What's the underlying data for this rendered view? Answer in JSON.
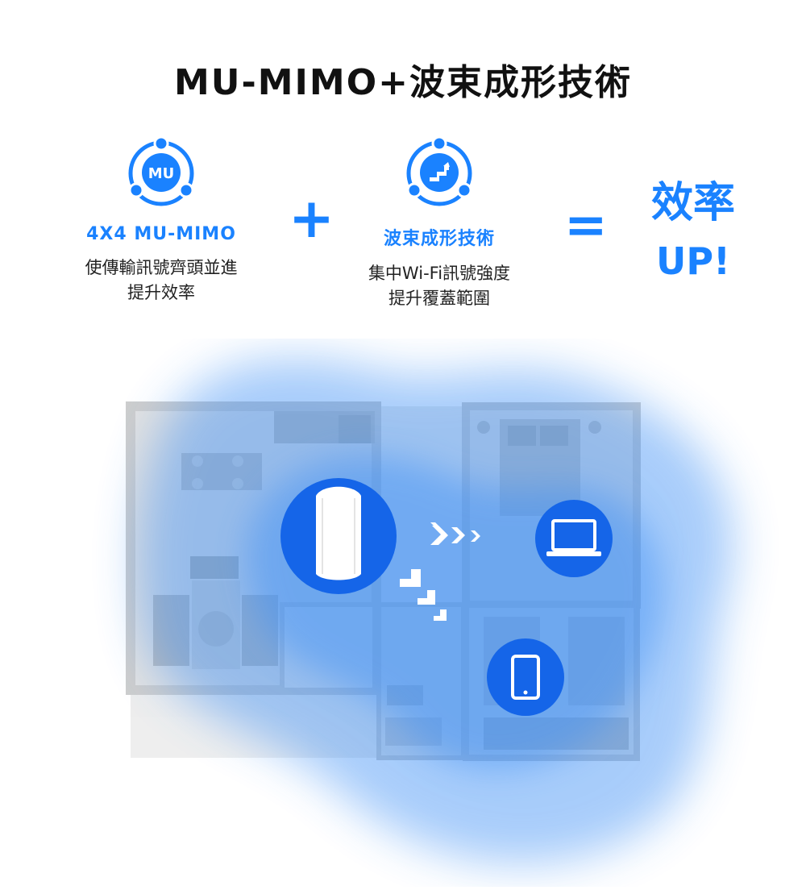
{
  "title": "MU-MIMO+波束成形技術",
  "features": [
    {
      "label": "4X4 MU-MIMO",
      "desc_line1": "使傳輸訊號齊頭並進",
      "desc_line2": "提升效率",
      "icon_text": "MU",
      "icon": "mu-mimo-icon"
    },
    {
      "label": "波束成形技術",
      "desc_line1": "集中Wi-Fi訊號強度",
      "desc_line2": "提升覆蓋範圍",
      "icon": "beamforming-icon"
    }
  ],
  "operators": {
    "plus": "+",
    "equals": "="
  },
  "result": {
    "line1": "效率",
    "line2": "UP!"
  },
  "scene": {
    "router": "router-icon",
    "devices": [
      "laptop-icon",
      "smartphone-icon"
    ],
    "signal": [
      "chevron-right-icon",
      "step-arrow-icon"
    ]
  },
  "colors": {
    "accent": "#1a82ff",
    "coverage": "#3d8ff5",
    "floorplan": "#d9d9d9"
  }
}
